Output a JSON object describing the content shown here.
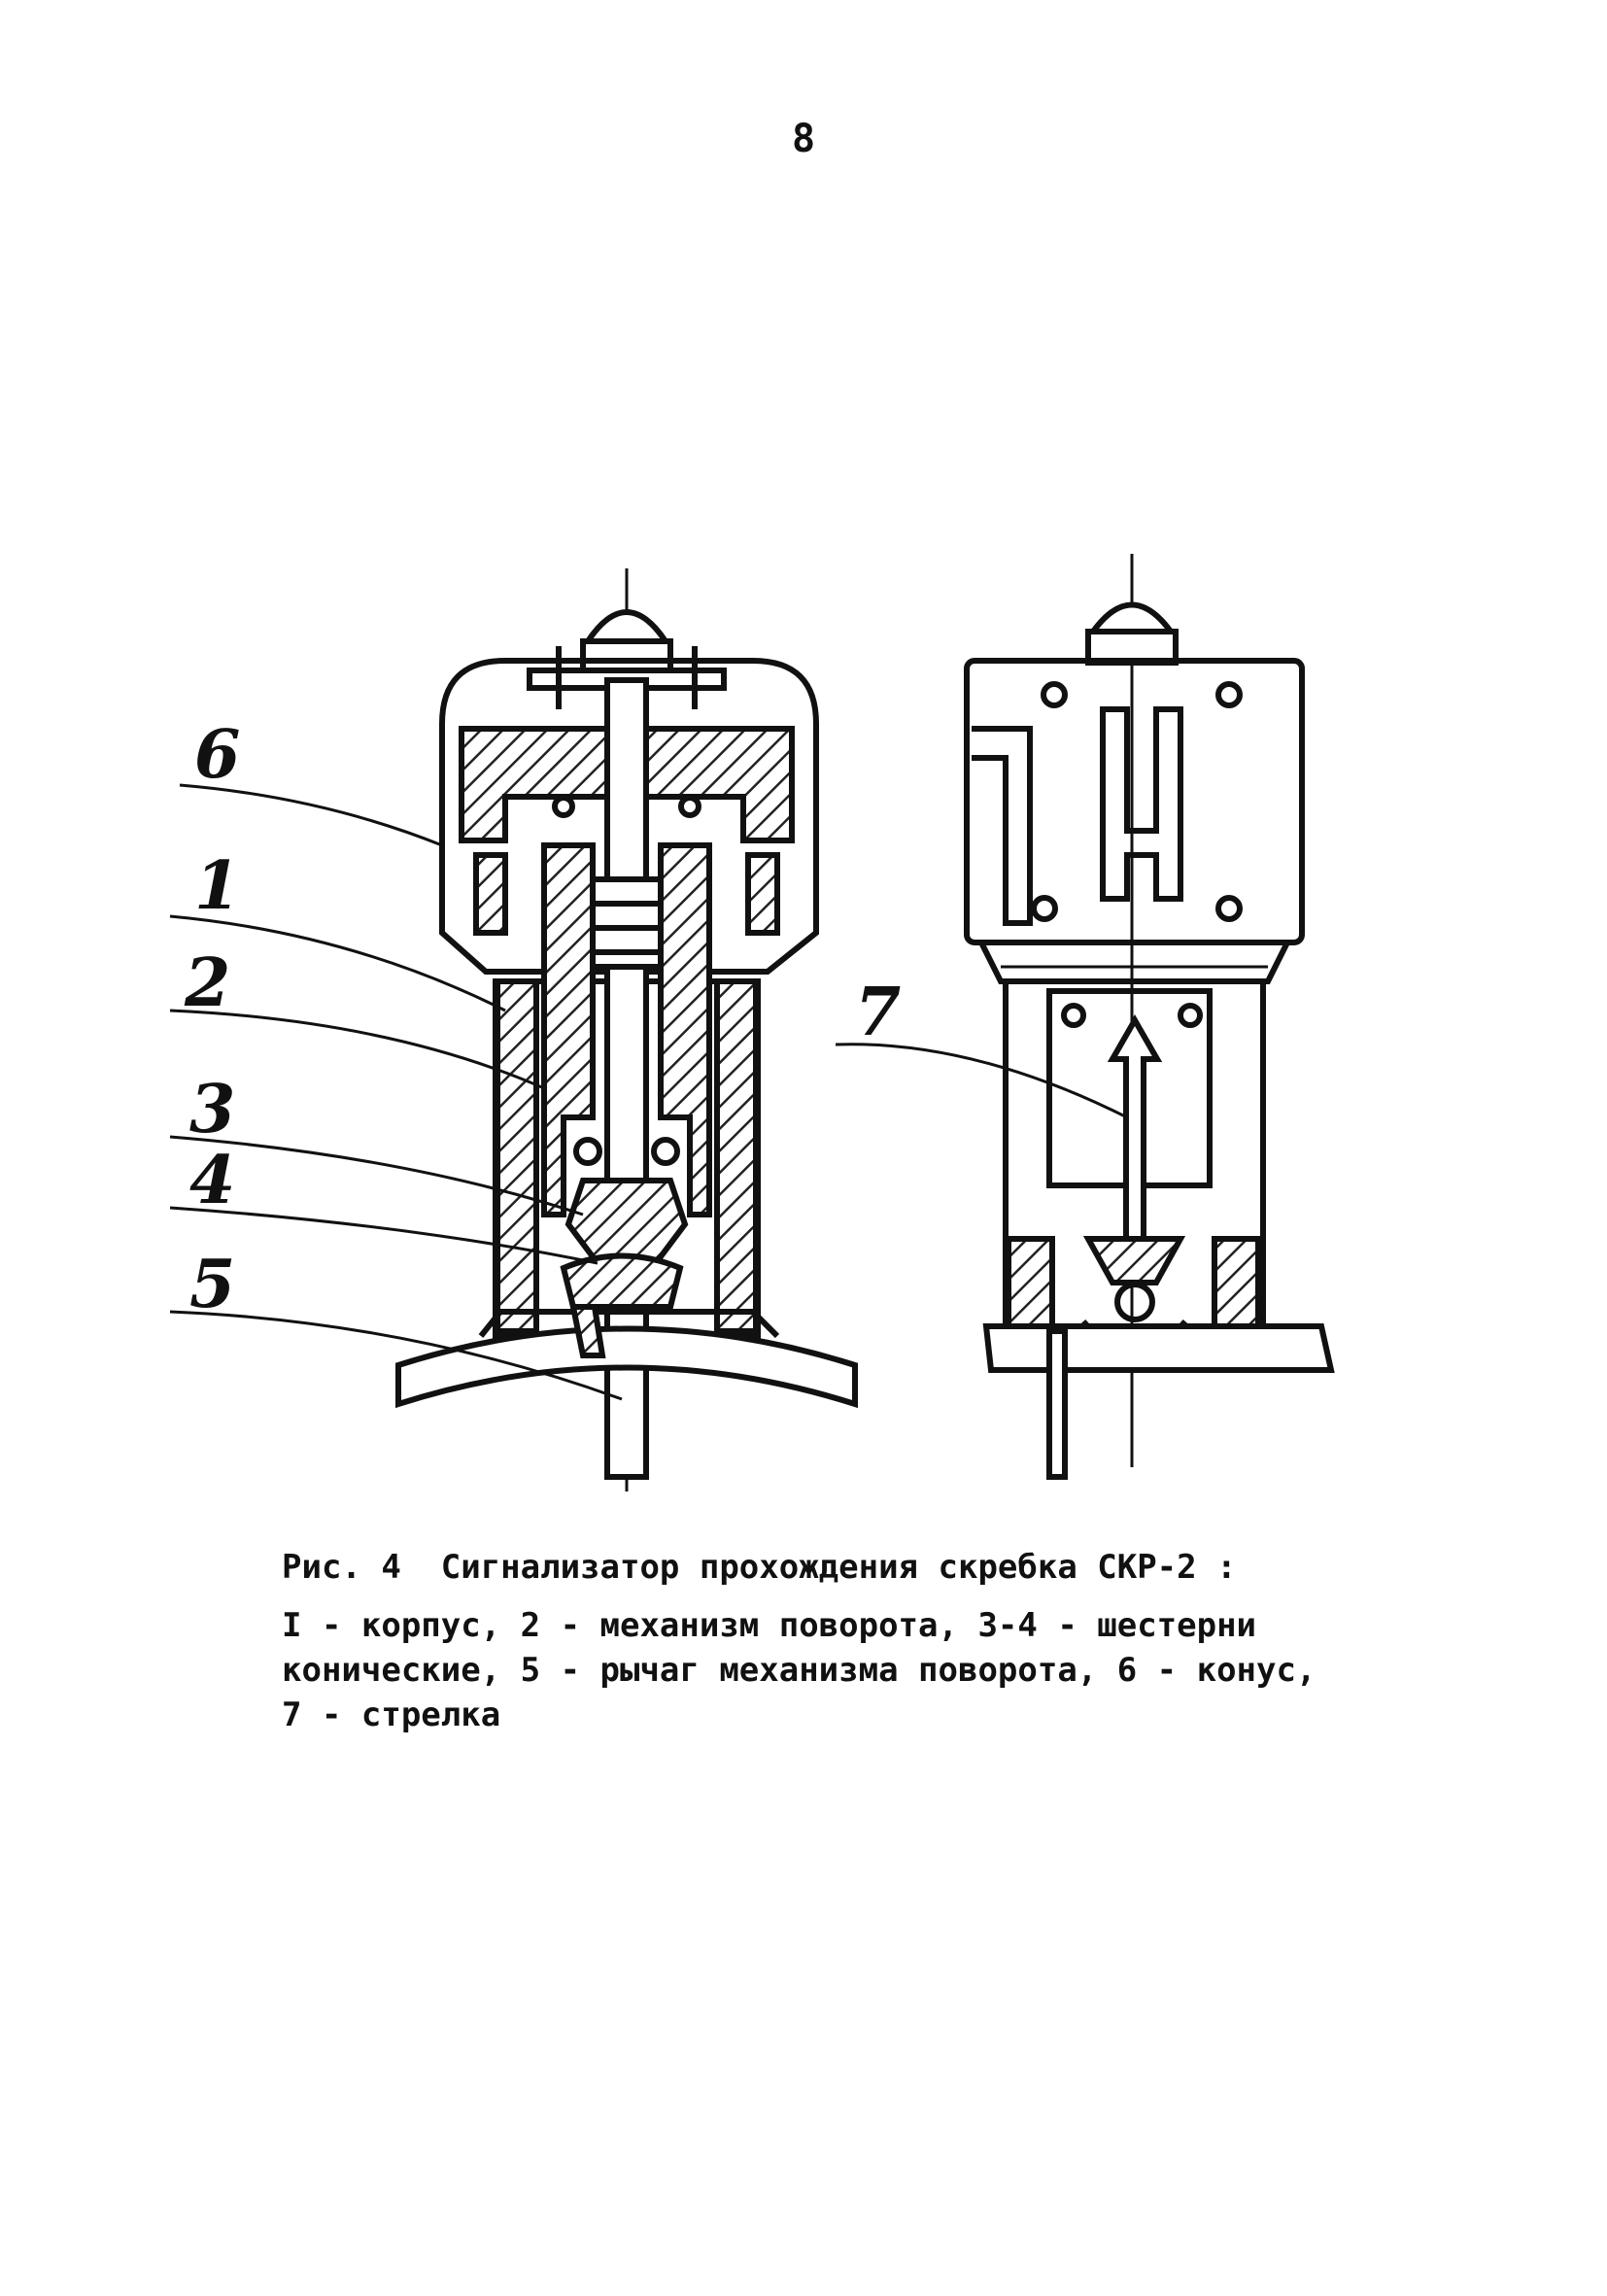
{
  "page_number": "8",
  "figure": {
    "callouts": [
      "6",
      "1",
      "2",
      "3",
      "4",
      "5",
      "7"
    ]
  },
  "caption": {
    "title": "Рис. 4  Сигнализатор прохождения скребка СКР-2 :",
    "lines": [
      "I - корпус, 2 - механизм поворота, 3-4 - шестерни",
      "конические, 5 - рычаг механизма поворота, 6 - конус,",
      "7 - стрелка"
    ]
  }
}
